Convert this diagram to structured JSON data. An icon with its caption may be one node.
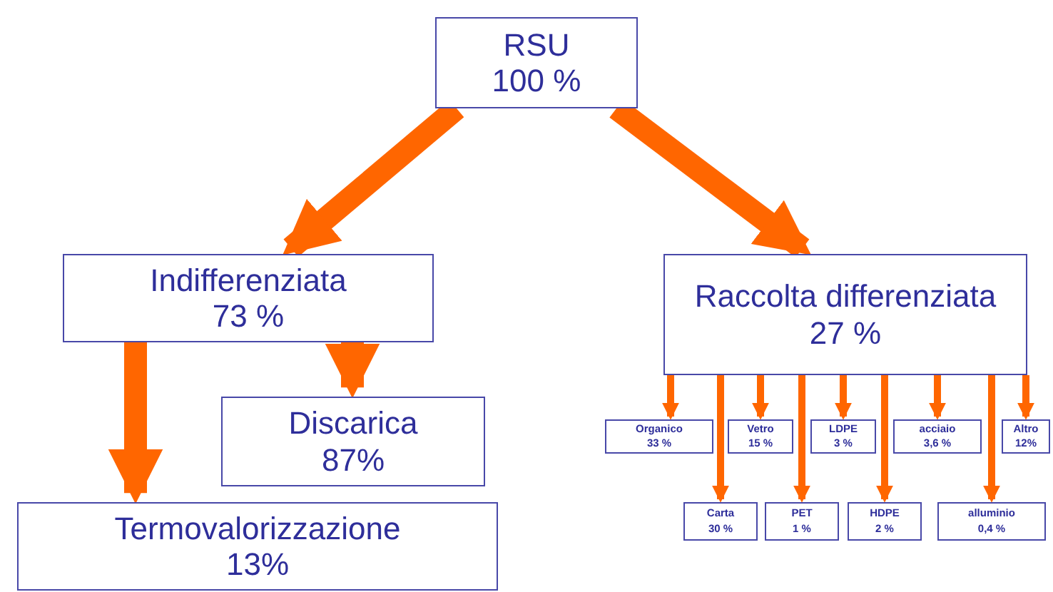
{
  "diagram": {
    "nodes": [
      {
        "text": [
          "RSU",
          "100 %"
        ]
      },
      {
        "text": [
          "Indifferenziata",
          "73 %"
        ]
      },
      {
        "text": [
          "Raccolta differenziata",
          "27 %"
        ]
      },
      {
        "text": [
          "Discarica",
          "87%"
        ]
      },
      {
        "text": [
          "Termovalorizzazione",
          "13%"
        ]
      },
      {
        "text": [
          "Organico",
          "33 %"
        ]
      },
      {
        "text": [
          "Vetro",
          "15 %"
        ]
      },
      {
        "text": [
          "LDPE",
          "3 %"
        ]
      },
      {
        "text": [
          "acciaio",
          "3,6 %"
        ]
      },
      {
        "text": [
          "Altro",
          "12%"
        ]
      },
      {
        "text": [
          "Carta",
          "30 %"
        ]
      },
      {
        "text": [
          "PET",
          "1 %"
        ]
      },
      {
        "text": [
          "HDPE",
          "2 %"
        ]
      },
      {
        "text": [
          "alluminio",
          "0,4 %"
        ]
      }
    ],
    "edges": [
      {
        "from": 0,
        "to": 1,
        "arrow": "to",
        "style": "thick"
      },
      {
        "from": 0,
        "to": 2,
        "arrow": "to",
        "style": "thick"
      },
      {
        "from": 1,
        "to": 4,
        "arrow": "to",
        "style": "thick"
      },
      {
        "from": 1,
        "to": 3,
        "arrow": "to",
        "style": "thick"
      },
      {
        "from": 2,
        "to": 5,
        "arrow": "to"
      },
      {
        "from": 2,
        "to": 10,
        "arrow": "to"
      },
      {
        "from": 2,
        "to": 6,
        "arrow": "to"
      },
      {
        "from": 2,
        "to": 11,
        "arrow": "to"
      },
      {
        "from": 2,
        "to": 7,
        "arrow": "to"
      },
      {
        "from": 2,
        "to": 12,
        "arrow": "to"
      },
      {
        "from": 2,
        "to": 8,
        "arrow": "to"
      },
      {
        "from": 2,
        "to": 13,
        "arrow": "to"
      },
      {
        "from": 2,
        "to": 9,
        "arrow": "to"
      }
    ]
  }
}
